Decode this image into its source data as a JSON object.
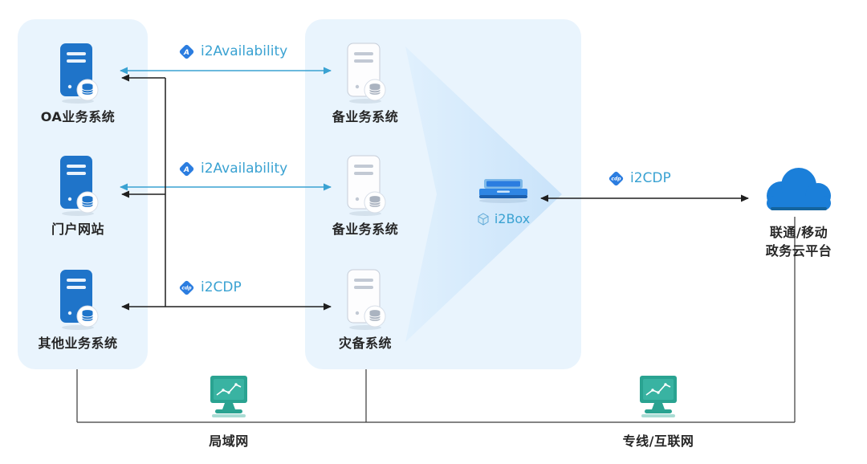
{
  "left_servers": [
    {
      "label": "OA业务系统"
    },
    {
      "label": "门户网站"
    },
    {
      "label": "其他业务系统"
    }
  ],
  "middle_servers": [
    {
      "label": "备业务系统"
    },
    {
      "label": "备业务系统"
    },
    {
      "label": "灾备系统"
    }
  ],
  "i2box": {
    "label": "i2Box"
  },
  "cloud": {
    "line1": "联通/移动",
    "line2": "政务云平台"
  },
  "links": {
    "availability1": {
      "label": "i2Availability",
      "badge": "A"
    },
    "availability2": {
      "label": "i2Availability",
      "badge": "A"
    },
    "cdp_local": {
      "label": "i2CDP",
      "badge": "cdp"
    },
    "cdp_wan": {
      "label": "i2CDP",
      "badge": "cdp"
    }
  },
  "networks": {
    "lan": {
      "label": "局域网"
    },
    "wan": {
      "label": "专线/互联网"
    }
  },
  "colors": {
    "link_teal": "#3aa2d2",
    "server_blue": "#1f74c9",
    "cloud_blue": "#1b7fd9",
    "monitor_green": "#2aa391",
    "panel_blue": "#e9f4fd",
    "line_black": "#1f1f1f"
  }
}
